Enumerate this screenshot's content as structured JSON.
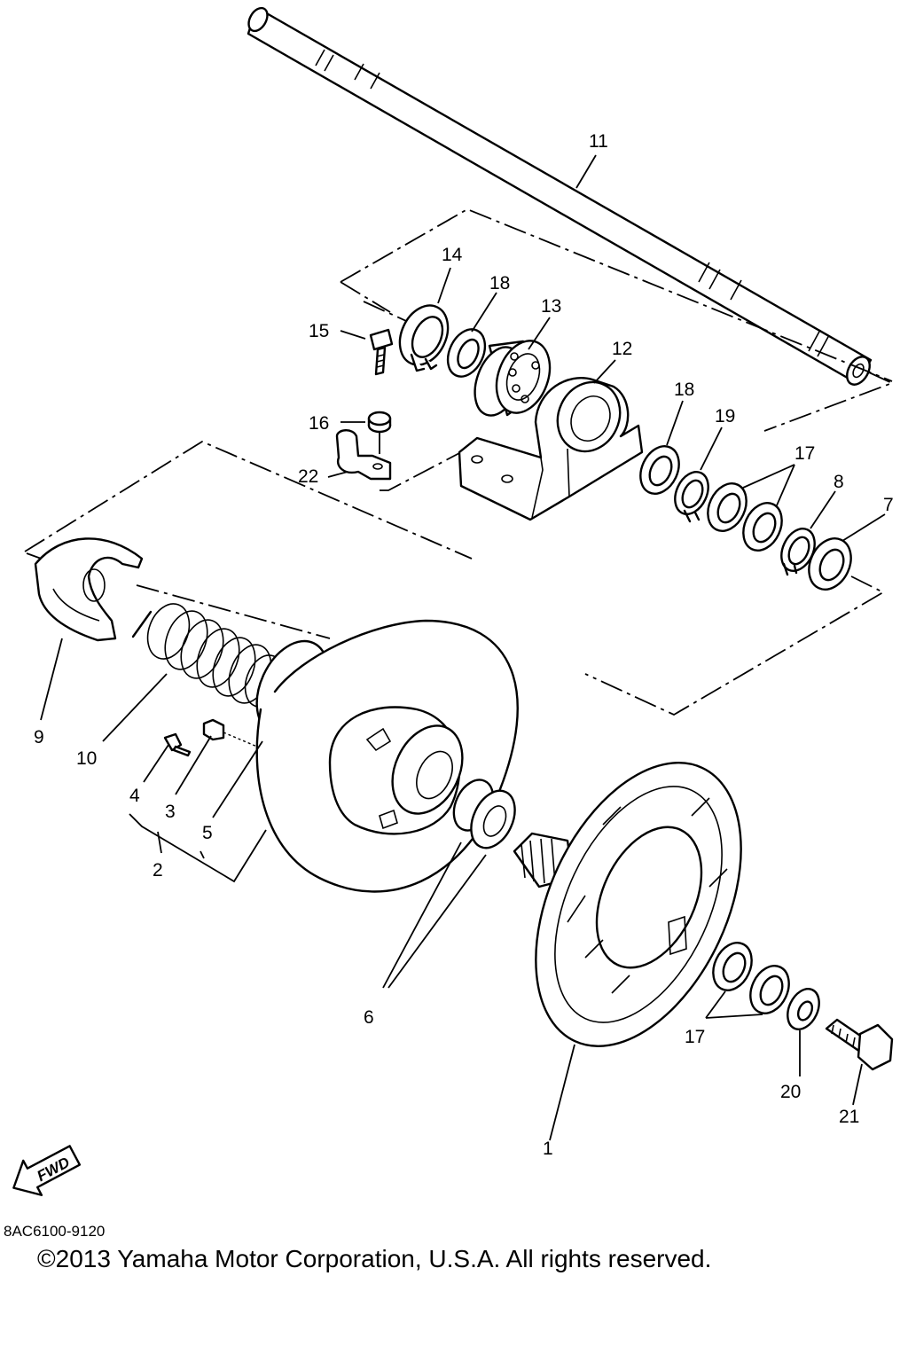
{
  "diagram": {
    "fwd_label": "FWD",
    "diagram_code": "8AC6100-9120",
    "copyright": "©2013 Yamaha Motor Corporation, U.S.A. All rights reserved.",
    "callouts": [
      {
        "id": "1",
        "text": "1"
      },
      {
        "id": "2",
        "text": "2"
      },
      {
        "id": "3",
        "text": "3"
      },
      {
        "id": "4",
        "text": "4"
      },
      {
        "id": "5",
        "text": "5"
      },
      {
        "id": "6",
        "text": "6"
      },
      {
        "id": "7",
        "text": "7"
      },
      {
        "id": "8",
        "text": "8"
      },
      {
        "id": "9",
        "text": "9"
      },
      {
        "id": "10",
        "text": "10"
      },
      {
        "id": "11",
        "text": "11"
      },
      {
        "id": "12",
        "text": "12"
      },
      {
        "id": "13",
        "text": "13"
      },
      {
        "id": "14",
        "text": "14"
      },
      {
        "id": "15",
        "text": "15"
      },
      {
        "id": "16",
        "text": "16"
      },
      {
        "id": "17a",
        "text": "17"
      },
      {
        "id": "17b",
        "text": "17"
      },
      {
        "id": "18a",
        "text": "18"
      },
      {
        "id": "18b",
        "text": "18"
      },
      {
        "id": "19",
        "text": "19"
      },
      {
        "id": "20",
        "text": "20"
      },
      {
        "id": "21",
        "text": "21"
      },
      {
        "id": "22",
        "text": "22"
      }
    ]
  }
}
